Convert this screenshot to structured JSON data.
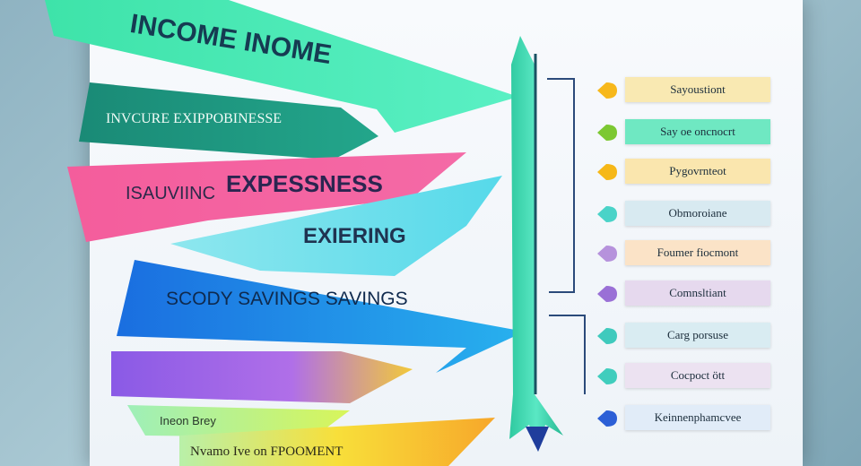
{
  "banners": {
    "income": "INCOME INOME",
    "income_expenses": "INVCURE EXIPPOBINESSE",
    "expenses_small": "ISAUVIINC",
    "expenses_big": "EXPESSNESS",
    "expiring": "EXIERING",
    "savings": "SCODY SAVINGS SAVINGS",
    "green_small": "Ineon Brey",
    "bottom": "Nvamo Ive on FPOOMENT"
  },
  "tags": [
    {
      "label": "Sayoustiont",
      "color": "#f9e9b2",
      "pin": "#f7b81b"
    },
    {
      "label": "Say oe oncnocrt",
      "color": "#6fe8c2",
      "pin": "#7cc832"
    },
    {
      "label": "Pygovrnteot",
      "color": "#fae6ae",
      "pin": "#f6b818"
    },
    {
      "label": "Obmoroiane",
      "color": "#d8eaf1",
      "pin": "#4ad3c8"
    },
    {
      "label": "Foumer fiocmont",
      "color": "#fbe3c7",
      "pin": "#b692dc"
    },
    {
      "label": "Comnsltiant",
      "color": "#e6d9ee",
      "pin": "#9a70d6"
    },
    {
      "label": "Carg porsuse",
      "color": "#d9ecf2",
      "pin": "#3fcabd"
    },
    {
      "label": "Cocpoct ött",
      "color": "#ece2f1",
      "pin": "#40cdbd"
    },
    {
      "label": "Keinnenphamcvee",
      "color": "#e1ecf8",
      "pin": "#2c5fd6"
    }
  ]
}
